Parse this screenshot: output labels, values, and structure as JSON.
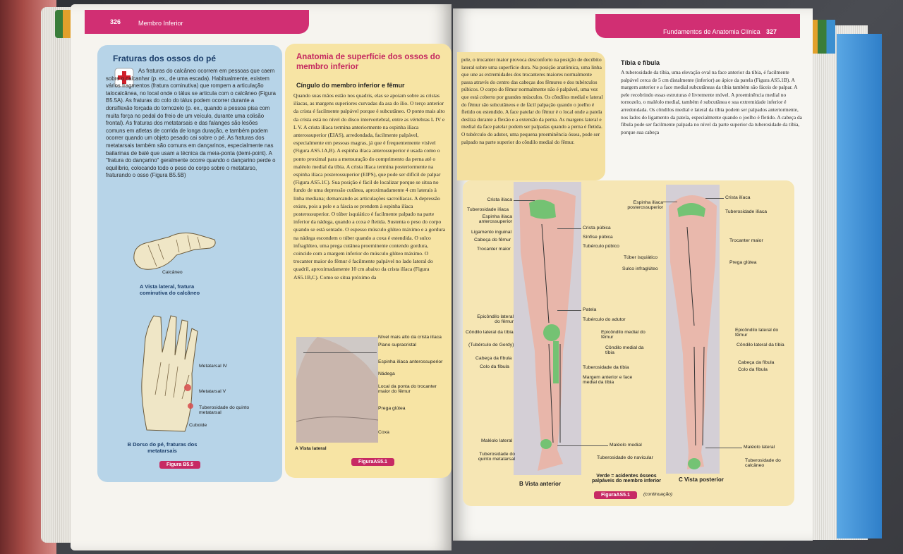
{
  "left_page": {
    "page_number": "326",
    "running_head": "Membro Inferior",
    "box_title": "Fraturas dos ossos do pé",
    "box_text": "As fraturas do calcâneo ocorrem em pessoas que caem sobre o calcanhar (p. ex., de uma escada). Habitualmente, existem vários fragmentos (fratura cominutiva) que rompem a articulação talocalcânea, no local onde o tálus se articula com o calcâneo (Figura B5.5A). As fraturas do colo do tálus podem ocorrer durante a dorsiflexão forçada do tornozelo (p. ex., quando a pessoa pisa com muita força no pedal do freio de um veículo, durante uma colisão frontal). As fraturas dos metatarsais e das falanges são lesões comuns em atletas de corrida de longa duração, e também podem ocorrer quando um objeto pesado cai sobre o pé. As fraturas dos metatarsais também são comuns em dançarinos, especialmente nas bailarinas de balé que usam a técnica da meia-ponta (demi-point). A \"fratura do dançarino\" geralmente ocorre quando o dançarino perde o equilíbrio, colocando todo o peso do corpo sobre o metatarso, fraturando o osso (Figura B5.5B)",
    "fig_A_label": "Calcâneo",
    "fig_A_caption": "A  Vista lateral, fratura cominutiva do calcâneo",
    "fig_B_labels": [
      "Metatarsal IV",
      "Metatarsal V",
      "Tuberosidade do quinto metatarsal",
      "Cuboide"
    ],
    "fig_B_caption": "B  Dorso do pé, fraturas dos metatarsais",
    "figure_tag": "Figura B5.5"
  },
  "center_column": {
    "title": "Anatomia de superfície dos ossos do membro inferior",
    "subtitle": "Cíngulo do membro inferior e fêmur",
    "text": "Quando suas mãos estão nos quadris, elas se apoiam sobre as cristas ilíacas, as margens superiores curvadas da asa do ílio. O terço anterior da crista é facilmente palpável porque é subcutâneo. O ponto mais alto da crista está no nível do disco intervertebral, entre as vértebras L IV e L V. A crista ilíaca termina anteriormente na espinha ilíaca anterossuperior (EIAS), arredondada, facilmente palpável, especialmente em pessoas magras, já que é frequentemente visível (Figura AS5.1A,B). A espinha ilíaca anterossuperior é usada como o ponto proximal para a mensuração do comprimento da perna até o maléolo medial da tíbia. A crista ilíaca termina posteriormente na espinha ilíaca posterossuperior (EIPS), que pode ser difícil de palpar (Figura AS5.1C). Sua posição é fácil de localizar porque se situa no fundo de uma depressão cutânea, aproximadamente 4 cm laterais à linha mediana; demarcando as articulações sacroilíacas. A depressão existe, pois a pele e a fáscia se prendem à espinha ilíaca posterossuperior. O túber isquiático é facilmente palpado na parte inferior da nádega, quando a coxa é fletida. Sustenta o peso do corpo quando se está sentado. O espesso músculo glúteo máximo e a gordura na nádega escondem o túber quando a coxa é estendida. O sulco infraglúteo, uma prega cutânea proeminente contendo gordura, coincide com a margem inferior do músculo glúteo máximo. O trocanter maior do fêmur é facilmente palpável no lado lateral do quadril, aproximadamente 10 cm abaixo da crista ilíaca (Figura AS5.1B,C). Como se situa próximo da",
    "photo_labels": [
      "Nível mais alto da crista ilíaca",
      "Plano supracristal",
      "Espinha ilíaca anterossuperior",
      "Nádega",
      "Local da ponta do trocanter maior do fêmur",
      "Prega glútea",
      "Coxa"
    ],
    "photo_caption": "A  Vista lateral",
    "figure_tag": "FiguraAS5.1"
  },
  "right_page": {
    "page_number": "327",
    "running_head": "Fundamentos de Anatomia Clínica",
    "text_left": "pele, o trocanter maior provoca desconforto na posição de decúbito lateral sobre uma superfície dura. Na posição anatômica, uma linha que une as extremidades dos trocanteres maiores normalmente passa através do centro das cabeças dos fêmures e dos tubérculos púbicos. O corpo do fêmur normalmente não é palpável, uma vez que está coberto por grandes músculos. Os côndilos medial e lateral do fêmur são subcutâneos e de fácil palpação quando o joelho é fletido ou estendido. A face patelar do fêmur é o local onde a patela desliza durante a flexão e a extensão da perna. As margens lateral e medial da face patelar podem ser palpadas quando a perna é fletida. O tubérculo do adutor, uma pequena proeminência óssea, pode ser palpado na parte superior do côndilo medial do fêmur.",
    "section_title": "Tíbia e fíbula",
    "text_right": "A tuberosidade da tíbia, uma elevação oval na face anterior da tíbia, é facilmente palpável cerca de 5 cm distalmente (inferior) ao ápice da patela (Figura AS5.1B). A margem anterior e a face medial subcutâneas da tíbia também são fáceis de palpar. A pele recobrindo essas estruturas é livremente móvel. A proeminência medial no tornozelo, o maléolo medial, também é subcutânea e sua extremidade inferior é arredondada. Os côndilos medial e lateral da tíbia podem ser palpados anteriormente, nos lados do ligamento da patela, especialmente quando o joelho é fletido. A cabeça da fíbula pode ser facilmente palpada no nível da parte superior da tuberosidade da tíbia, porque sua cabeça",
    "fig_B_left_labels": [
      "Crista ilíaca",
      "Tuberosidade ilíaca",
      "Espinha ilíaca anterossuperior",
      "Ligamento inguinal",
      "Cabeça do fêmur",
      "Trocanter maior",
      "Epicôndilo lateral do fêmur",
      "Côndilo lateral da tíbia",
      "(Tubérculo de Gerdy)",
      "Cabeça da fíbula",
      "Colo da fíbula",
      "Maléolo lateral",
      "Tuberosidade do quinto metatarsal"
    ],
    "fig_B_right_labels": [
      "Crista púbica",
      "Sínfise púbica",
      "Tubérculo púbico",
      "Patela",
      "Tubérculo do adutor",
      "Epicôndilo medial do fêmur",
      "Côndilo medial da tíbia",
      "Tuberosidade da tíbia",
      "Margem anterior e face medial da tíbia",
      "Maléolo medial",
      "Tuberosidade do navicular"
    ],
    "fig_C_left_labels": [
      "Espinha ilíaca posterossuperior",
      "Túber isquiático",
      "Sulco infraglúteo"
    ],
    "fig_C_right_labels": [
      "Crista ilíaca",
      "Tuberosidade ilíaca",
      "Trocanter maior",
      "Prega glútea",
      "Epicôndilo lateral do fêmur",
      "Côndilo lateral da tíbia",
      "Cabeça da fíbula",
      "Colo da fíbula",
      "Maléolo lateral",
      "Tuberosidade do calcâneo"
    ],
    "caption_B": "B  Vista anterior",
    "caption_C": "C  Vista posterior",
    "legend": "Verde = acidentes ósseos palpáveis do membro inferior",
    "figure_tag": "FiguraAS5.1",
    "continuation": "(continuação)"
  }
}
